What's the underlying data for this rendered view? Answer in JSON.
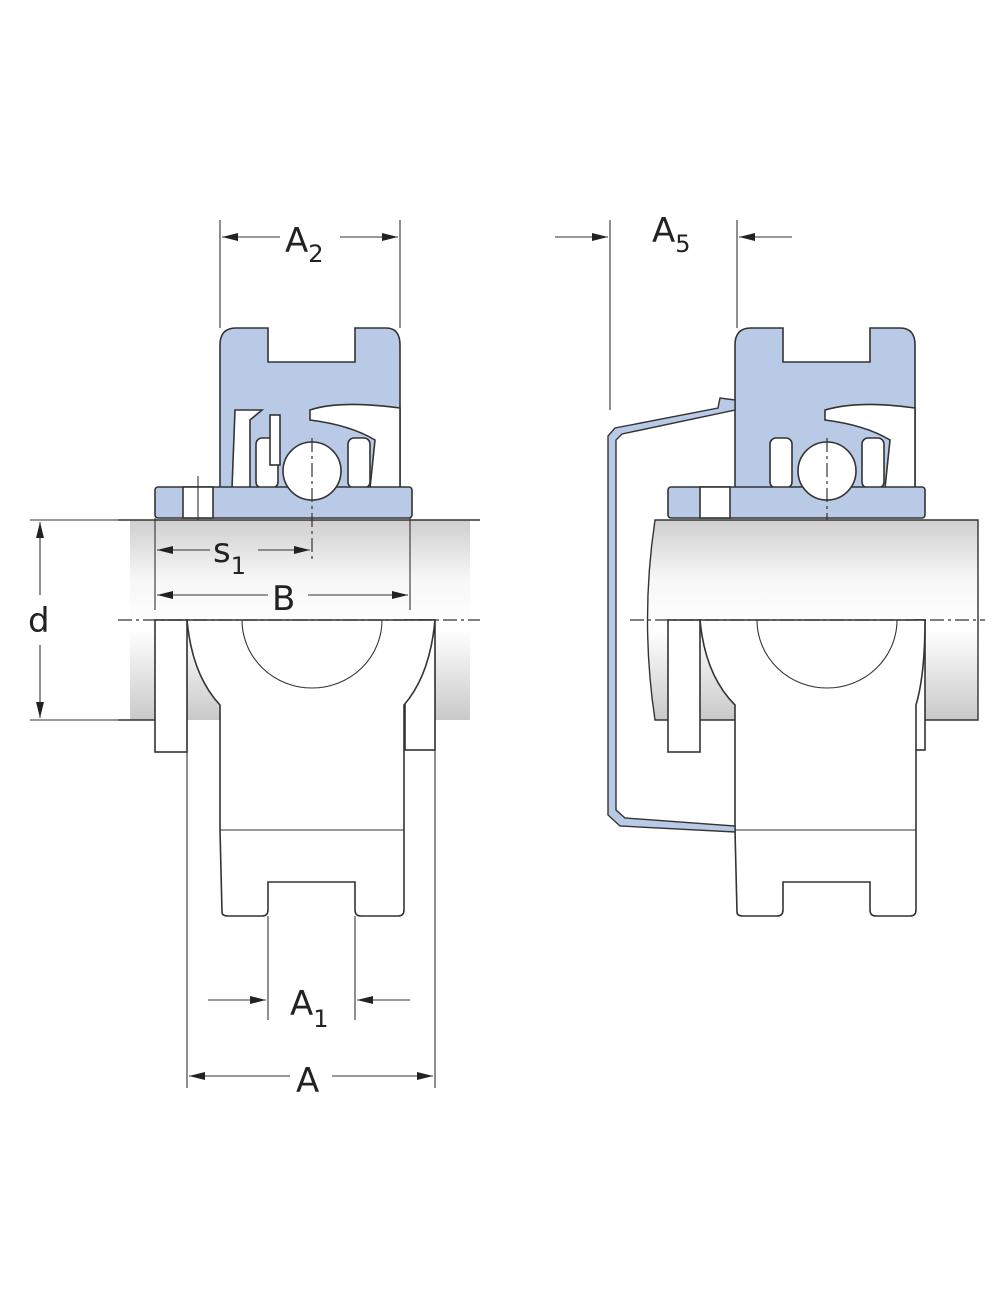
{
  "dimensions": {
    "A2": {
      "base": "A",
      "sub": "2"
    },
    "A5": {
      "base": "A",
      "sub": "5"
    },
    "s1": {
      "base": "s",
      "sub": "1"
    },
    "B": {
      "base": "B"
    },
    "d": {
      "base": "d"
    },
    "A1": {
      "base": "A",
      "sub": "1"
    },
    "A": {
      "base": "A"
    }
  },
  "colors": {
    "housing_blue": "#b9cae7",
    "shaft_gray": "#d6d6d6",
    "line": "#333333"
  }
}
